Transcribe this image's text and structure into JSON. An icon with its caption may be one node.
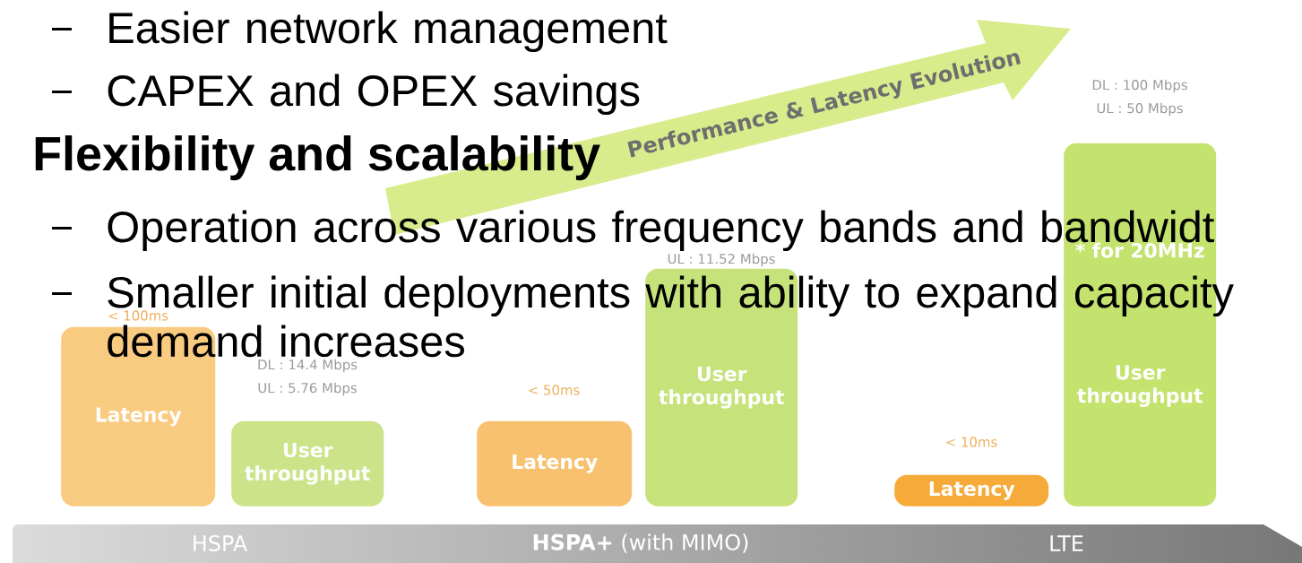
{
  "diagram": {
    "nodes": [
      {
        "text": [
          "Performance & Latency Evolution"
        ]
      },
      {
        "text": [
          "Latency"
        ],
        "beside": [
          "< 100ms"
        ]
      },
      {
        "text": [
          "User throughput"
        ],
        "beside": [
          "DL : 14.4 Mbps",
          "UL : 5.76 Mbps"
        ]
      },
      {
        "text": [
          "Latency"
        ],
        "beside": [
          "< 50ms"
        ]
      },
      {
        "text": [
          "User throughput"
        ],
        "beside": [
          "UL : 11.52 Mbps"
        ]
      },
      {
        "text": [
          "Latency"
        ],
        "beside": [
          "< 10ms"
        ]
      },
      {
        "text": [
          "* for 20MHz",
          "User throughput"
        ],
        "beside": [
          "DL : 100 Mbps",
          "UL : 50 Mbps"
        ]
      },
      {
        "text": [
          "HSPA",
          "**HSPA+** (with MIMO)",
          "LTE"
        ]
      }
    ],
    "labels": [
      "Easier network management",
      "CAPEX and OPEX savings",
      "Flexibility and scalability",
      "Operation across various frequency bands and bandwidt",
      "Smaller initial deployments with ability to expand capacity demand increases"
    ]
  }
}
